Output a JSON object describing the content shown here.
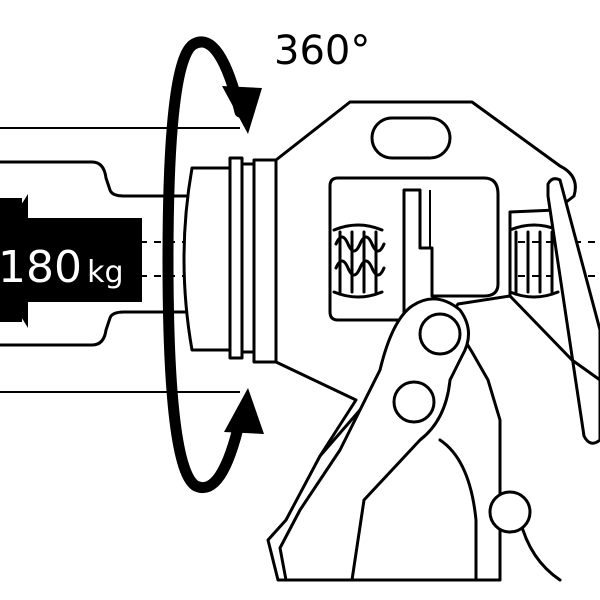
{
  "diagram": {
    "rotation_label": "360°",
    "force_label": {
      "value": "180",
      "unit": "kg"
    },
    "icons": [
      "rotation-arrow-icon",
      "force-arrow-icon",
      "spring-icon"
    ],
    "colors": {
      "line": "#000000",
      "background": "#ffffff",
      "label_on_dark": "#ffffff"
    }
  }
}
